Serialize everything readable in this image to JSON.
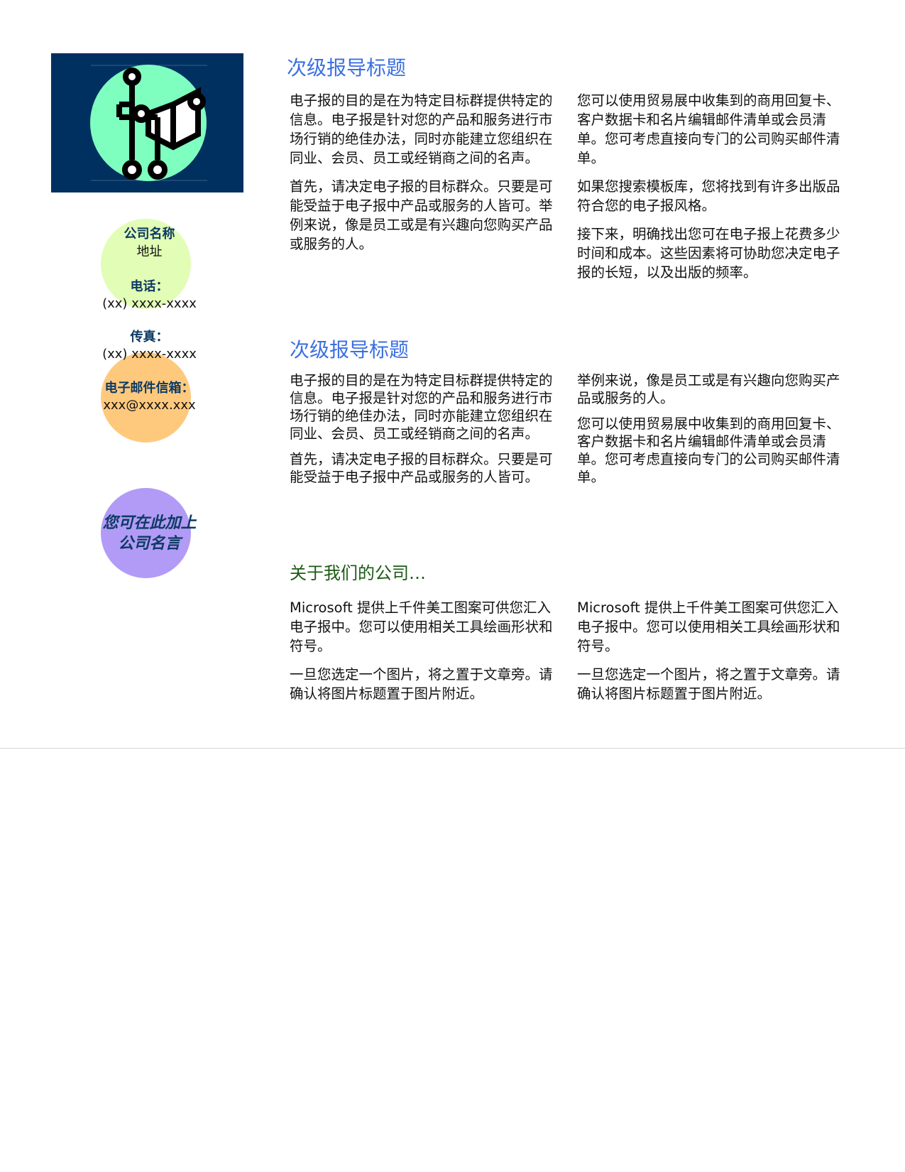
{
  "sidebar": {
    "company_name": "公司名称",
    "address": "地址",
    "phone_label": "电话：",
    "phone": "(xx)  xxxx-xxxx",
    "fax_label": "传真：",
    "fax": "(xx) xxxx-xxxx",
    "email_label": "电子邮件信箱：",
    "email": "xxx@xxxx.xxx",
    "slogan_line1": "您可在此加上",
    "slogan_line2": "公司名言"
  },
  "colors": {
    "logo_background": "#00305f",
    "logo_circle": "#7effc0",
    "heading": "#3b6fe0",
    "about_heading": "#1b5a14",
    "contact_label": "#0d3a63",
    "circle_green": "#e2fdb5",
    "circle_orange": "#ffc97d",
    "circle_purple": "#b29bf6"
  },
  "sections": [
    {
      "heading": "次级报导标题",
      "left_paragraphs": [
        "电子报的目的是在为特定目标群提供特定的信息。电子报是针对您的产品和服务进行市场行销的绝佳办法，同时亦能建立您组织在同业、会员、员工或经销商之间的名声。",
        "首先，请决定电子报的目标群众。只要是可能受益于电子报中产品或服务的人皆可。举例来说，像是员工或是有兴趣向您购买产品或服务的人。"
      ],
      "right_paragraphs": [
        "您可以使用贸易展中收集到的商用回复卡、客户数据卡和名片编辑邮件清单或会员清单。您可考虑直接向专门的公司购买邮件清单。",
        "如果您搜索模板库，您将找到有许多出版品符合您的电子报风格。",
        "接下来，明确找出您可在电子报上花费多少时间和成本。这些因素将可协助您决定电子报的长短，以及出版的频率。"
      ]
    },
    {
      "heading": "次级报导标题",
      "left_paragraphs": [
        "电子报的目的是在为特定目标群提供特定的信息。电子报是针对您的产品和服务进行市场行销的绝佳办法，同时亦能建立您组织在同业、会员、员工或经销商之间的名声。",
        "首先，请决定电子报的目标群众。只要是可能受益于电子报中产品或服务的人皆可。"
      ],
      "right_paragraphs": [
        "举例来说，像是员工或是有兴趣向您购买产品或服务的人。",
        "您可以使用贸易展中收集到的商用回复卡、客户数据卡和名片编辑邮件清单或会员清单。您可考虑直接向专门的公司购买邮件清单。"
      ]
    },
    {
      "heading": "关于我们的公司…",
      "left_paragraphs": [
        "Microsoft 提供上千件美工图案可供您汇入电子报中。您可以使用相关工具绘画形状和符号。",
        "一旦您选定一个图片，将之置于文章旁。请确认将图片标题置于图片附近。"
      ],
      "right_paragraphs": [
        "Microsoft 提供上千件美工图案可供您汇入电子报中。您可以使用相关工具绘画形状和符号。",
        "一旦您选定一个图片，将之置于文章旁。请确认将图片标题置于图片附近。"
      ]
    }
  ]
}
